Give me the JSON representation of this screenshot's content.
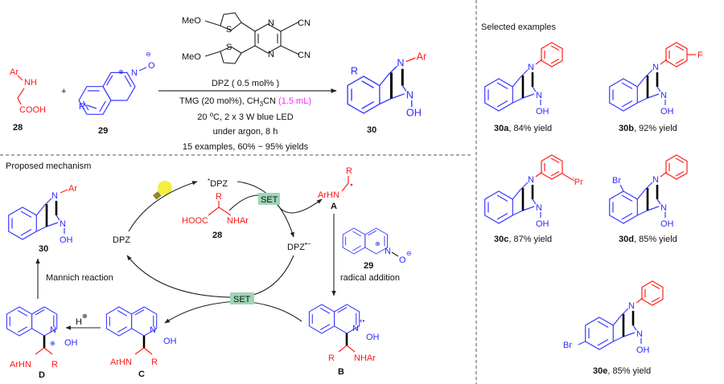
{
  "colors": {
    "reactant_red": "#ff1a1a",
    "product_blue": "#2b2bff",
    "highlight_magenta": "#ff22ff",
    "set_box": "#9ed6b5",
    "bulb": "#f4ee3c"
  },
  "reaction": {
    "r28": {
      "ar": "Ar",
      "nh": "NH",
      "cooh": "COOH",
      "label": "28"
    },
    "plus": "+",
    "r29": {
      "r": "R",
      "n": "N",
      "o": "O",
      "plus": "⊕",
      "minus": "⊖",
      "label": "29"
    },
    "catalyst": {
      "meo1": "MeO",
      "meo2": "MeO",
      "s1": "S",
      "s2": "S",
      "n1": "N",
      "n2": "N",
      "cn1": "CN",
      "cn2": "CN"
    },
    "conditions": {
      "line1": "DPZ ( 0.5 mol% )",
      "line2_a": "TMG (20 mol%), CH",
      "line2_sub": "3",
      "line2_b": "CN ",
      "line2_highlight": "(1.5 mL)",
      "line3_a": "20 ",
      "line3_sup": "o",
      "line3_b": "C, 2 x 3 W blue LED",
      "line4": "under argon, 8 h",
      "line5": "15 examples, 60% ~ 95% yields"
    },
    "p30": {
      "r": "R",
      "n1": "N",
      "ar": "Ar",
      "n2": "N",
      "oh": "OH",
      "label": "30"
    }
  },
  "selected": {
    "title": "Selected examples",
    "items": [
      {
        "id": "30a",
        "yield": ", 84% yield",
        "n1": "N",
        "n2": "N",
        "oh": "OH"
      },
      {
        "id": "30b",
        "yield": ", 92% yield",
        "n1": "N",
        "n2": "N",
        "oh": "OH",
        "sub": "F"
      },
      {
        "id": "30c",
        "yield": ", 87% yield",
        "n1": "N",
        "n2": "N",
        "oh": "OH",
        "sub_sup": "i",
        "sub": "Pr"
      },
      {
        "id": "30d",
        "yield": ", 85% yield",
        "n1": "N",
        "n2": "N",
        "oh": "OH",
        "sub": "Br"
      },
      {
        "id": "30e",
        "yield": ", 85% yield",
        "n1": "N",
        "n2": "N",
        "oh": "OH",
        "sub": "Br"
      }
    ]
  },
  "mechanism": {
    "title": "Proposed mechanism",
    "excited": "DPZ",
    "excited_star": "*",
    "ground": "DPZ",
    "radical_anion": "DPZ",
    "radical_anion_sup": "•−",
    "set1": "SET",
    "set2": "SET",
    "r28": {
      "r": "R",
      "hooc": "HOOC",
      "nhar": "NHAr",
      "label": "28"
    },
    "A": {
      "r": "R",
      "arhn": "ArHN",
      "label": "A"
    },
    "r29": {
      "n": "N",
      "o": "O",
      "plus": "⊕",
      "minus": "⊖",
      "label": "29"
    },
    "radical_addition": "radical addition",
    "B": {
      "n": "N",
      "charge": "+•",
      "oh": "OH",
      "r": "R",
      "nhar": "NHAr",
      "label": "B"
    },
    "C": {
      "n": "N",
      "oh": "OH",
      "arhn": "ArHN",
      "r": "R",
      "label": "C"
    },
    "D": {
      "n": "N",
      "plus": "⊕",
      "oh": "OH",
      "arhn": "ArHN",
      "r": "R",
      "label": "D"
    },
    "proton": "H",
    "proton_charge": "⊕",
    "mannich": "Mannich reaction",
    "p30": {
      "n1": "N",
      "ar": "Ar",
      "n2": "N",
      "oh": "OH",
      "label": "30"
    }
  }
}
